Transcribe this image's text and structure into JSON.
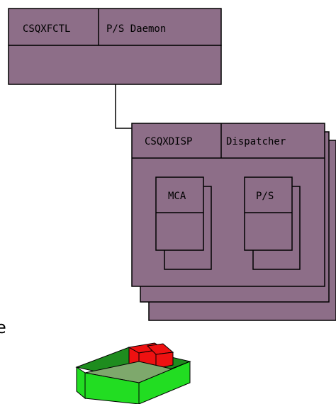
{
  "colors": {
    "box_fill": "#8d6e88",
    "line": "#000000",
    "tray_green": "#22dd22",
    "tray_dark_green": "#1e8c1e",
    "tray_red": "#ee1111",
    "tray_floor": "#7ea86c"
  },
  "daemon": {
    "module": "CSQXFCTL",
    "title": "P/S Daemon"
  },
  "dispatcher": {
    "module": "CSQXDISP",
    "title": "Dispatcher"
  },
  "inner_boxes": [
    {
      "label": "MCA"
    },
    {
      "label": "P/S"
    }
  ],
  "edge_glyph": "e",
  "icons": {
    "tray": "card-file-tray-icon"
  }
}
